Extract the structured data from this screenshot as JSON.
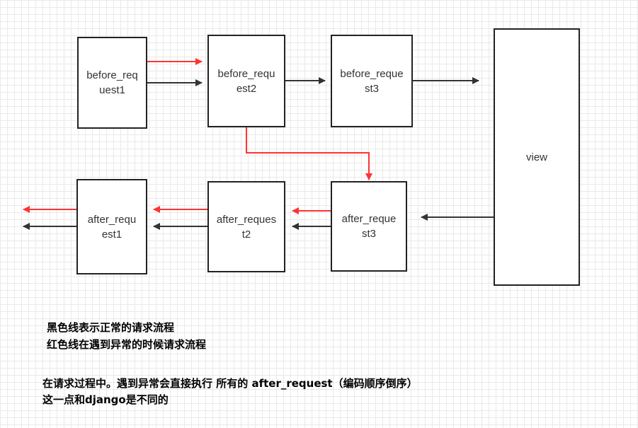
{
  "nodes": {
    "before_request1": "before_request1",
    "before_request2": "before_request2",
    "before_request3": "before_request3",
    "view": "view",
    "after_request1": "after_request1",
    "after_request2": "after_request2",
    "after_request3": "after_request3"
  },
  "colors": {
    "normal_flow": "#333333",
    "error_flow": "#ff3333",
    "box_border": "#222222"
  },
  "legend": {
    "black_line": "黑色线表示正常的请求流程",
    "red_line": "红色线在遇到异常的时候请求流程"
  },
  "notes": {
    "line1": "在请求过程中。遇到异常会直接执行 所有的 after_request（编码顺序倒序）",
    "line2": "这一点和django是不同的"
  }
}
